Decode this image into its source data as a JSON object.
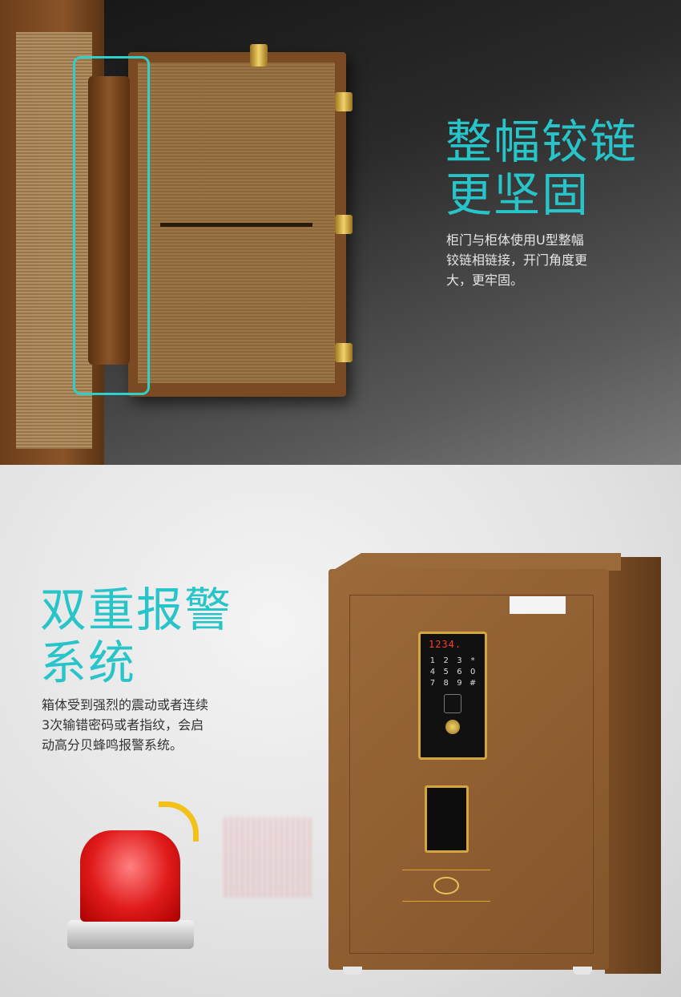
{
  "hinge_section": {
    "title_line1": "整幅铰链",
    "title_line2": "更坚固",
    "description_lines": [
      "柜门与柜体使用U型整幅",
      "铰链相链接，开门角度更",
      "大，更牢固。"
    ]
  },
  "alarm_section": {
    "title_line1": "双重报警",
    "title_line2": "系统",
    "description_lines": [
      "箱体受到强烈的震动或者连续",
      "3次输错密码或者指纹，会启",
      "动高分贝蜂鸣报警系统。"
    ]
  },
  "safe": {
    "keypad_display": "1234.",
    "keys": [
      "1",
      "2",
      "3",
      "*",
      "4",
      "5",
      "6",
      "0",
      "7",
      "8",
      "9",
      "#"
    ]
  },
  "colors": {
    "accent": "#27c5c9",
    "safe_body": "#8a5a2e",
    "gold": "#d4a73c"
  }
}
